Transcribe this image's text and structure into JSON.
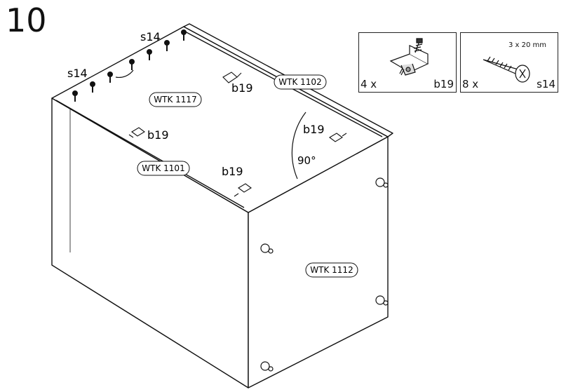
{
  "step_number": "10",
  "parts": [
    {
      "qty": "4 x",
      "code": "b19",
      "dimension": "",
      "icon": "cam-lock-bracket-icon"
    },
    {
      "qty": "8 x",
      "code": "s14",
      "dimension": "3 x 20 mm",
      "icon": "screw-icon"
    }
  ],
  "panels": {
    "top": "WTK 1117",
    "back": "WTK 1102",
    "side_left": "WTK 1101",
    "front": "WTK 1112"
  },
  "callouts": {
    "s14_upper": "s14",
    "s14_left": "s14",
    "b19_top": "b19",
    "b19_left": "b19",
    "b19_front_edge": "b19",
    "b19_corner": "b19"
  },
  "angle_label": "90°"
}
